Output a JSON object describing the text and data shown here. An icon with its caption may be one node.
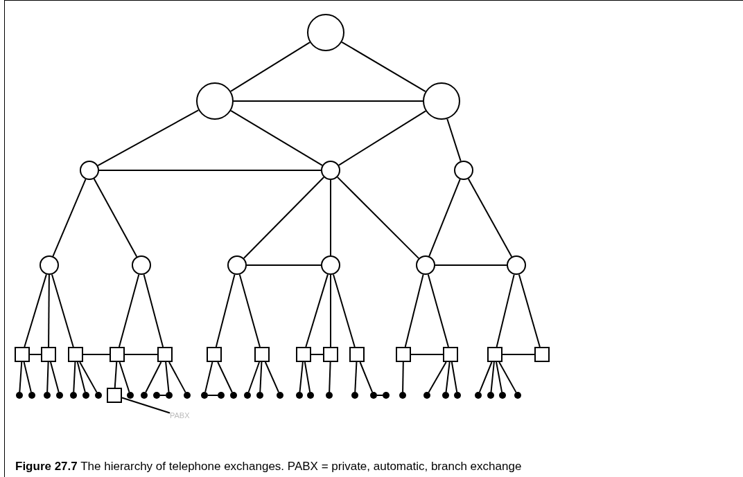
{
  "diagram": {
    "caption": "**Figure 27.7** The hierarchy of telephone exchanges. PABX = private, automatic, branch exchange",
    "nodes": [
      {
        "text": [],
        "shape": "circle"
      },
      {
        "text": [],
        "shape": "circle"
      },
      {
        "text": [],
        "shape": "circle"
      },
      {
        "text": [],
        "shape": "circle"
      },
      {
        "text": [],
        "shape": "circle"
      },
      {
        "text": [],
        "shape": "circle"
      },
      {
        "text": [],
        "shape": "circle"
      },
      {
        "text": [],
        "shape": "circle"
      },
      {
        "text": [],
        "shape": "circle"
      },
      {
        "text": [],
        "shape": "circle"
      },
      {
        "text": [],
        "shape": "circle"
      },
      {
        "text": [],
        "shape": "circle"
      },
      {
        "text": [],
        "shape": "box"
      },
      {
        "text": [],
        "shape": "box"
      },
      {
        "text": [],
        "shape": "box"
      },
      {
        "text": [],
        "shape": "box"
      },
      {
        "text": [],
        "shape": "box"
      },
      {
        "text": [],
        "shape": "box"
      },
      {
        "text": [],
        "shape": "box"
      },
      {
        "text": [],
        "shape": "box"
      },
      {
        "text": [],
        "shape": "box"
      },
      {
        "text": [],
        "shape": "box"
      },
      {
        "text": [],
        "shape": "box"
      },
      {
        "text": [],
        "shape": "box"
      },
      {
        "text": [],
        "shape": "box"
      },
      {
        "text": [],
        "shape": "box"
      },
      {
        "text": [],
        "shape": "dot"
      },
      {
        "text": [],
        "shape": "dot"
      },
      {
        "text": [],
        "shape": "dot"
      },
      {
        "text": [],
        "shape": "dot"
      },
      {
        "text": [],
        "shape": "dot"
      },
      {
        "text": [],
        "shape": "dot"
      },
      {
        "text": [],
        "shape": "dot"
      },
      {
        "text": [],
        "shape": "box"
      },
      {
        "text": [],
        "shape": "dot"
      },
      {
        "text": [],
        "shape": "dot"
      },
      {
        "text": [],
        "shape": "dot"
      },
      {
        "text": [],
        "shape": "dot"
      },
      {
        "text": [],
        "shape": "dot"
      },
      {
        "text": [],
        "shape": "dot"
      },
      {
        "text": [],
        "shape": "dot"
      },
      {
        "text": [],
        "shape": "dot"
      },
      {
        "text": [],
        "shape": "dot"
      },
      {
        "text": [],
        "shape": "dot"
      },
      {
        "text": [],
        "shape": "dot"
      },
      {
        "text": [],
        "shape": "dot"
      },
      {
        "text": [],
        "shape": "dot"
      },
      {
        "text": [],
        "shape": "dot"
      },
      {
        "text": [],
        "shape": "dot"
      },
      {
        "text": [],
        "shape": "dot"
      },
      {
        "text": [],
        "shape": "dot"
      },
      {
        "text": [],
        "shape": "dot"
      },
      {
        "text": [],
        "shape": "dot"
      },
      {
        "text": [],
        "shape": "dot"
      },
      {
        "text": [],
        "shape": "dot"
      },
      {
        "text": [],
        "shape": "dot"
      },
      {
        "text": [],
        "shape": "dot"
      },
      {
        "text": [],
        "shape": "dot"
      },
      {
        "text": [],
        "shape": "dot"
      },
      {
        "text": [
          "PABX"
        ]
      }
    ],
    "edges": [
      {
        "from": 0,
        "to": 1,
        "arrow": "none"
      },
      {
        "from": 0,
        "to": 2,
        "arrow": "none"
      },
      {
        "from": 1,
        "to": 2,
        "arrow": "none"
      },
      {
        "from": 1,
        "to": 3,
        "arrow": "none"
      },
      {
        "from": 1,
        "to": 4,
        "arrow": "none"
      },
      {
        "from": 2,
        "to": 4,
        "arrow": "none"
      },
      {
        "from": 2,
        "to": 5,
        "arrow": "none"
      },
      {
        "from": 3,
        "to": 4,
        "arrow": "none"
      },
      {
        "from": 3,
        "to": 6,
        "arrow": "none"
      },
      {
        "from": 3,
        "to": 7,
        "arrow": "none"
      },
      {
        "from": 4,
        "to": 8,
        "arrow": "none"
      },
      {
        "from": 4,
        "to": 9,
        "arrow": "none"
      },
      {
        "from": 4,
        "to": 10,
        "arrow": "none"
      },
      {
        "from": 5,
        "to": 10,
        "arrow": "none"
      },
      {
        "from": 5,
        "to": 11,
        "arrow": "none"
      },
      {
        "from": 8,
        "to": 9,
        "arrow": "none"
      },
      {
        "from": 10,
        "to": 11,
        "arrow": "none"
      },
      {
        "from": 6,
        "to": 12,
        "arrow": "none"
      },
      {
        "from": 6,
        "to": 13,
        "arrow": "none"
      },
      {
        "from": 6,
        "to": 14,
        "arrow": "none"
      },
      {
        "from": 7,
        "to": 15,
        "arrow": "none"
      },
      {
        "from": 7,
        "to": 16,
        "arrow": "none"
      },
      {
        "from": 8,
        "to": 17,
        "arrow": "none"
      },
      {
        "from": 8,
        "to": 18,
        "arrow": "none"
      },
      {
        "from": 9,
        "to": 19,
        "arrow": "none"
      },
      {
        "from": 9,
        "to": 20,
        "arrow": "none"
      },
      {
        "from": 9,
        "to": 21,
        "arrow": "none"
      },
      {
        "from": 10,
        "to": 22,
        "arrow": "none"
      },
      {
        "from": 10,
        "to": 23,
        "arrow": "none"
      },
      {
        "from": 11,
        "to": 24,
        "arrow": "none"
      },
      {
        "from": 11,
        "to": 25,
        "arrow": "none"
      },
      {
        "from": 12,
        "to": 13,
        "arrow": "none"
      },
      {
        "from": 14,
        "to": 15,
        "arrow": "none"
      },
      {
        "from": 15,
        "to": 16,
        "arrow": "none"
      },
      {
        "from": 19,
        "to": 20,
        "arrow": "none"
      },
      {
        "from": 22,
        "to": 23,
        "arrow": "none"
      },
      {
        "from": 24,
        "to": 25,
        "arrow": "none"
      },
      {
        "from": 12,
        "to": 26,
        "arrow": "none"
      },
      {
        "from": 12,
        "to": 27,
        "arrow": "none"
      },
      {
        "from": 13,
        "to": 28,
        "arrow": "none"
      },
      {
        "from": 13,
        "to": 29,
        "arrow": "none"
      },
      {
        "from": 14,
        "to": 30,
        "arrow": "none"
      },
      {
        "from": 14,
        "to": 31,
        "arrow": "none"
      },
      {
        "from": 14,
        "to": 32,
        "arrow": "none"
      },
      {
        "from": 15,
        "to": 33,
        "arrow": "none"
      },
      {
        "from": 15,
        "to": 34,
        "arrow": "none"
      },
      {
        "from": 16,
        "to": 35,
        "arrow": "none"
      },
      {
        "from": 16,
        "to": 37,
        "arrow": "none"
      },
      {
        "from": 16,
        "to": 38,
        "arrow": "none"
      },
      {
        "from": 36,
        "to": 37,
        "arrow": "none"
      },
      {
        "from": 17,
        "to": 39,
        "arrow": "none"
      },
      {
        "from": 17,
        "to": 41,
        "arrow": "none"
      },
      {
        "from": 39,
        "to": 40,
        "arrow": "none"
      },
      {
        "from": 18,
        "to": 42,
        "arrow": "none"
      },
      {
        "from": 18,
        "to": 43,
        "arrow": "none"
      },
      {
        "from": 18,
        "to": 44,
        "arrow": "none"
      },
      {
        "from": 19,
        "to": 45,
        "arrow": "none"
      },
      {
        "from": 19,
        "to": 46,
        "arrow": "none"
      },
      {
        "from": 20,
        "to": 47,
        "arrow": "none"
      },
      {
        "from": 21,
        "to": 48,
        "arrow": "none"
      },
      {
        "from": 21,
        "to": 49,
        "arrow": "none"
      },
      {
        "from": 49,
        "to": 50,
        "arrow": "none"
      },
      {
        "from": 22,
        "to": 51,
        "arrow": "none"
      },
      {
        "from": 23,
        "to": 52,
        "arrow": "none"
      },
      {
        "from": 23,
        "to": 53,
        "arrow": "none"
      },
      {
        "from": 23,
        "to": 54,
        "arrow": "none"
      },
      {
        "from": 24,
        "to": 55,
        "arrow": "none"
      },
      {
        "from": 24,
        "to": 56,
        "arrow": "none"
      },
      {
        "from": 24,
        "to": 57,
        "arrow": "none"
      },
      {
        "from": 24,
        "to": 58,
        "arrow": "none"
      },
      {
        "from": 59,
        "to": 33,
        "arrow": "none"
      }
    ]
  }
}
